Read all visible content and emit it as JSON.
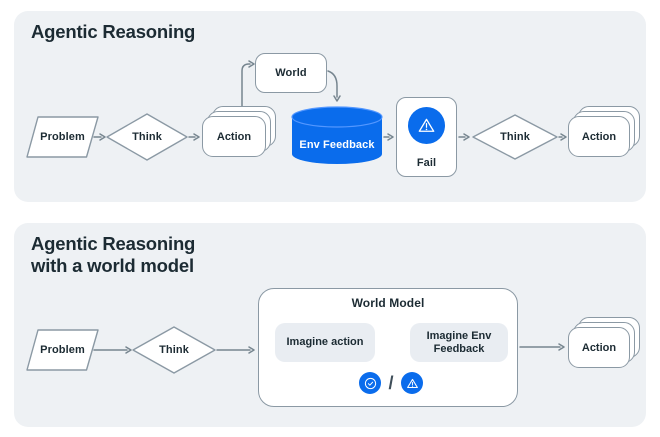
{
  "colors": {
    "accent_blue": "#0a6cec",
    "panel_bg": "#eef1f4",
    "stroke": "#8b99a4",
    "arrow": "#76858f",
    "text_dark": "#1c2b33"
  },
  "top": {
    "title": "Agentic Reasoning",
    "problem": "Problem",
    "think1": "Think",
    "action1": "Action",
    "world": "World",
    "env_feedback": "Env Feedback",
    "fail": "Fail",
    "think2": "Think",
    "action2": "Action"
  },
  "bottom": {
    "title": "Agentic Reasoning\nwith a world model",
    "problem": "Problem",
    "think": "Think",
    "world_model": "World Model",
    "imagine_action": "Imagine action",
    "imagine_env": "Imagine Env\nFeedback",
    "slash": "/",
    "action": "Action"
  }
}
